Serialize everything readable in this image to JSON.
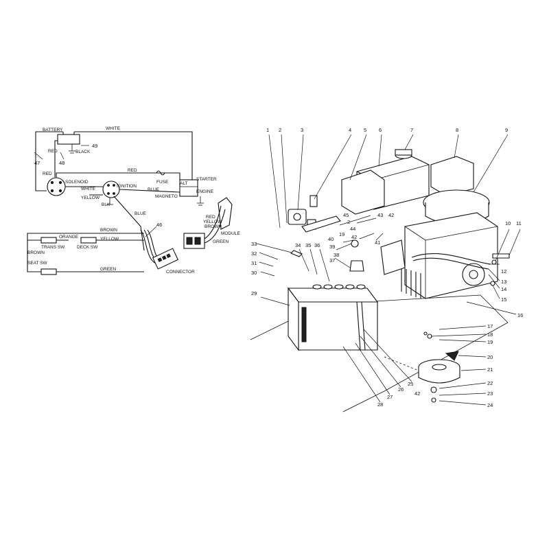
{
  "wiring": {
    "labels": {
      "battery": "BATTERY",
      "white": "WHITE",
      "red_batt": "RED",
      "black": "BLACK",
      "red_sol": "RED",
      "solenoid": "SOLENOID",
      "white_ign": "WHITE",
      "yellow": "YELLOW",
      "blk": "BLK",
      "ignition": "IGNITION",
      "red_main": "RED",
      "fuse": "FUSE",
      "blue_h": "BLUE",
      "magneto": "MAGNETO",
      "alt": "ALT",
      "starter": "STARTER",
      "engine": "ENGINE",
      "blue_v": "BLUE",
      "red_mod": "RED",
      "yellow_mod": "YELLOW",
      "brown_mod": "BROWN",
      "module": "MODULE",
      "green_mod": "GREEN",
      "brown_top": "BROWN",
      "orange": "ORANGE",
      "yellow_row": "YELLOW",
      "trans_sw": "TRANS SW",
      "deck_sw": "DECK SW",
      "brown_left": "BROWN",
      "seat_sw": "SEAT SW",
      "green_bottom": "GREEN",
      "connector": "CONNECTOR"
    },
    "callouts": {
      "c47": "47",
      "c48": "48",
      "c49": "49",
      "c46": "46"
    }
  },
  "parts": {
    "top_row": [
      "1",
      "2",
      "3",
      "4",
      "5",
      "6",
      "7",
      "8",
      "9"
    ],
    "right_col": [
      "10",
      "11",
      "12",
      "13",
      "14",
      "15",
      "16"
    ],
    "lower_right": [
      "17",
      "18",
      "19",
      "20",
      "21",
      "22",
      "23",
      "24"
    ],
    "bottom_left": [
      "25",
      "26",
      "27",
      "28",
      "29"
    ],
    "left_col": [
      "30",
      "31",
      "32",
      "33"
    ],
    "middle": [
      "34",
      "35",
      "36",
      "37",
      "38",
      "39",
      "40",
      "41",
      "42",
      "43",
      "44",
      "45",
      "2",
      "19",
      "42",
      "42"
    ]
  }
}
